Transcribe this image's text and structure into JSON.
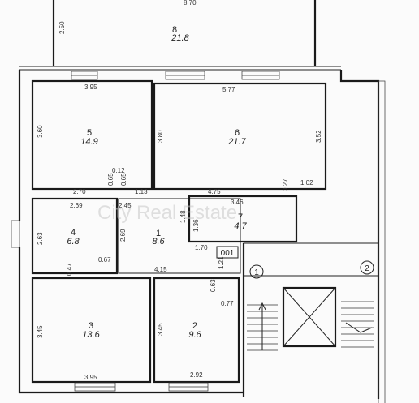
{
  "plan": {
    "watermark": "City Real Estate",
    "unit_tag": "001",
    "axes": [
      {
        "id": "axis-1",
        "label": "1"
      },
      {
        "id": "axis-2",
        "label": "2"
      }
    ],
    "rooms": [
      {
        "id": "room-8",
        "number": "8",
        "area": "21.8"
      },
      {
        "id": "room-5",
        "number": "5",
        "area": "14.9"
      },
      {
        "id": "room-6",
        "number": "6",
        "area": "21.7"
      },
      {
        "id": "room-4",
        "number": "4",
        "area": "6.8"
      },
      {
        "id": "room-1",
        "number": "1",
        "area": "8.6"
      },
      {
        "id": "room-7",
        "number": "7",
        "area": "4.7"
      },
      {
        "id": "room-3",
        "number": "3",
        "area": "13.6"
      },
      {
        "id": "room-2",
        "number": "2",
        "area": "9.6"
      }
    ],
    "dimensions": [
      "8.70",
      "2.50",
      "3.95",
      "5.77",
      "3.60",
      "3.80",
      "3.52",
      "0.12",
      "0.65",
      "0.65",
      "0.27",
      "1.02",
      "2.70",
      "1.13",
      "4.75",
      "2.69",
      "2.45",
      "3.46",
      "1.48",
      "1.36",
      "2.63",
      "2.69",
      "1.70",
      "0.67",
      "0.47",
      "1.21",
      "4.15",
      "0.63",
      "0.77",
      "3.45",
      "3.45",
      "3.95",
      "2.92"
    ]
  }
}
